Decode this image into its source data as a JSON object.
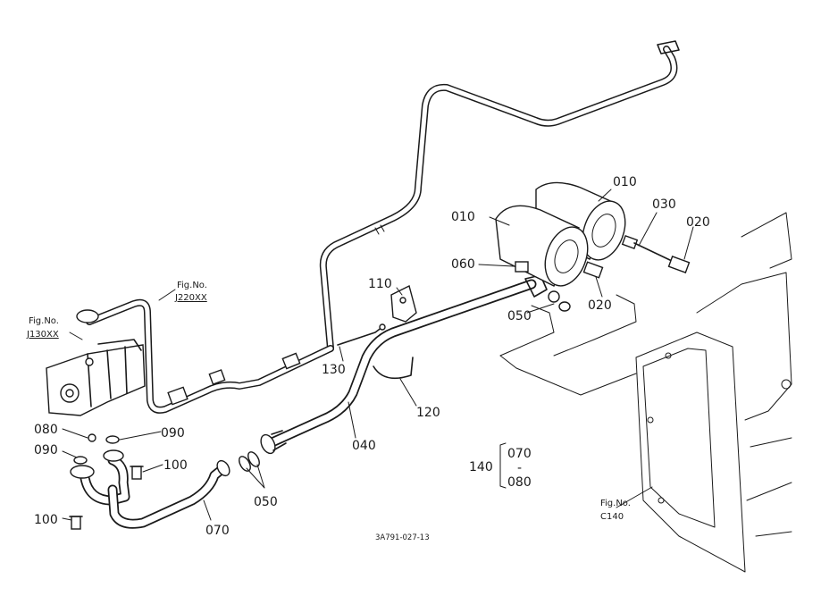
{
  "parts": {
    "p010a": "010",
    "p010b": "010",
    "p020a": "020",
    "p020b": "020",
    "p030": "030",
    "p040": "040",
    "p050a": "050",
    "p050b": "050",
    "p060": "060",
    "p070": "070",
    "p080": "080",
    "p090a": "090",
    "p090b": "090",
    "p100a": "100",
    "p100b": "100",
    "p110": "110",
    "p120": "120",
    "p130": "130",
    "p140": "140",
    "p140_sub1": "070",
    "p140_sub2": "080"
  },
  "figure_refs": {
    "fig_label": "Fig.No.",
    "ref_j220": "J220XX",
    "ref_j130": "J130XX",
    "ref_c140": "C140"
  },
  "drawing_code": "3A791-027-13"
}
